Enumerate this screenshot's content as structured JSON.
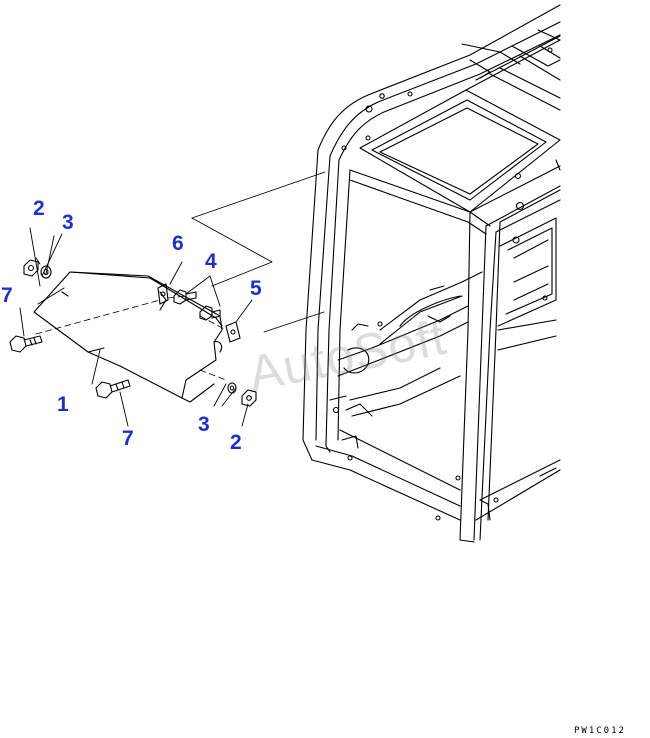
{
  "callouts": [
    {
      "id": "2a",
      "label": "2"
    },
    {
      "id": "3a",
      "label": "3"
    },
    {
      "id": "7a",
      "label": "7"
    },
    {
      "id": "6",
      "label": "6"
    },
    {
      "id": "4",
      "label": "4"
    },
    {
      "id": "5",
      "label": "5"
    },
    {
      "id": "1",
      "label": "1"
    },
    {
      "id": "7b",
      "label": "7"
    },
    {
      "id": "3b",
      "label": "3"
    },
    {
      "id": "2b",
      "label": "2"
    }
  ],
  "drawing_code": "PW1C012",
  "watermark": "AutoSoft",
  "colors": {
    "callout": "#1e2fd0",
    "line": "#000000"
  }
}
